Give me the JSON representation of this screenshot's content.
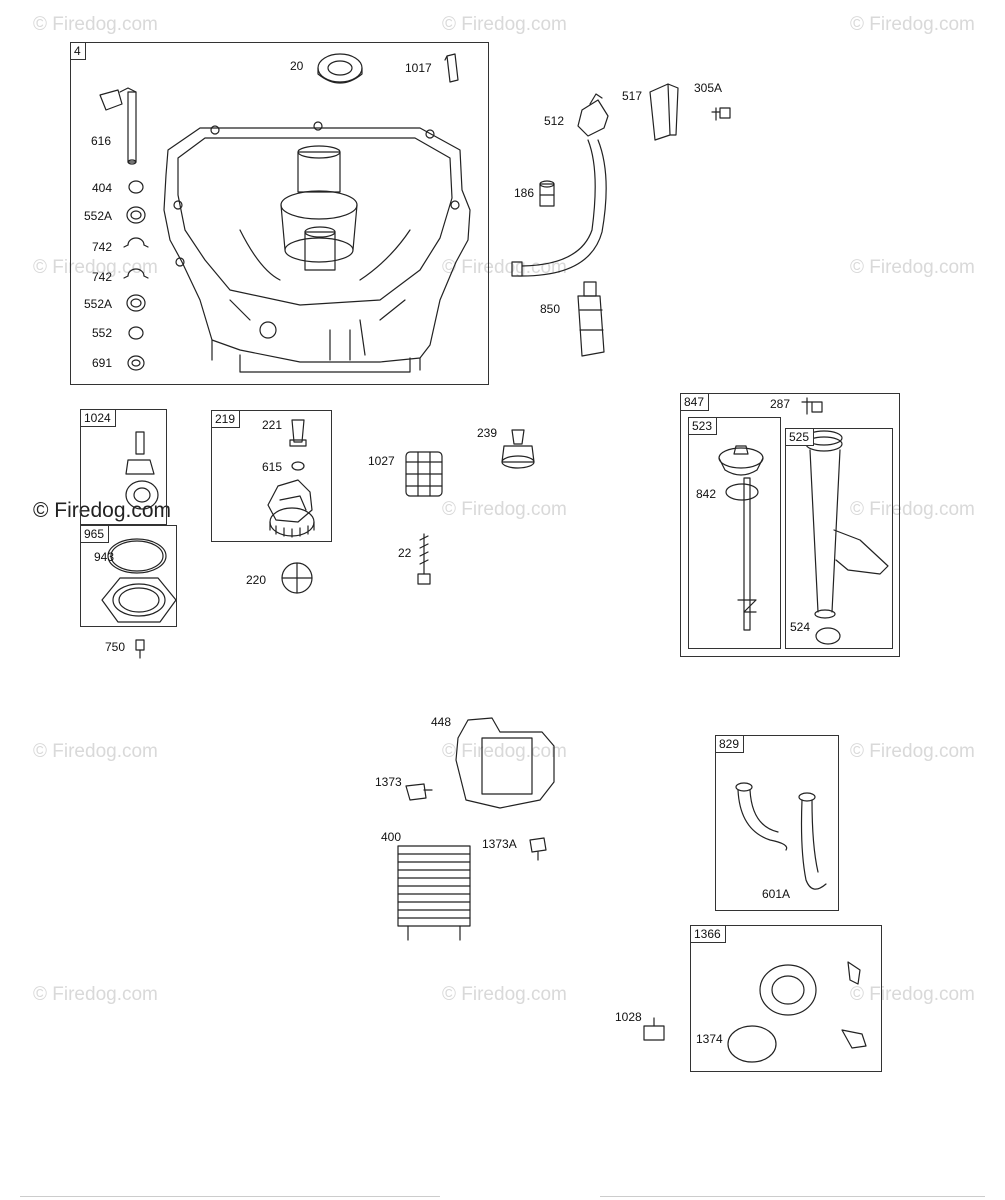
{
  "watermark": {
    "text": "© Firedog.com"
  },
  "callouts": {
    "b4": "4",
    "c20": "20",
    "c1017": "1017",
    "c616": "616",
    "c404": "404",
    "c552a_1": "552A",
    "c742_1": "742",
    "c742_2": "742",
    "c552a_2": "552A",
    "c552": "552",
    "c691": "691",
    "c512": "512",
    "c517": "517",
    "c305a": "305A",
    "c186": "186",
    "c850": "850",
    "b1024": "1024",
    "b219": "219",
    "c221": "221",
    "c615": "615",
    "c220": "220",
    "b965": "965",
    "c943": "943",
    "c750": "750",
    "c1027": "1027",
    "c239": "239",
    "c22": "22",
    "b847": "847",
    "c287": "287",
    "b523": "523",
    "c842": "842",
    "b525": "525",
    "c524": "524",
    "c448": "448",
    "c1373": "1373",
    "c400": "400",
    "c1373a": "1373A",
    "b829": "829",
    "c601a": "601A",
    "b1366": "1366",
    "c1028": "1028",
    "c1374": "1374"
  }
}
